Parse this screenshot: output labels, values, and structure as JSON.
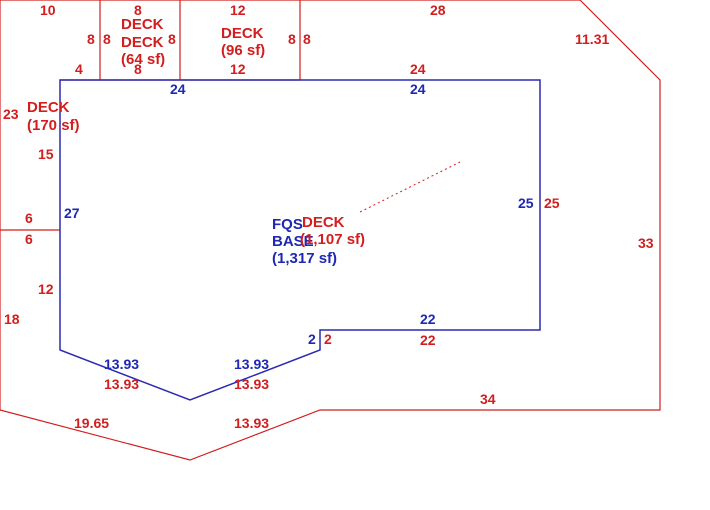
{
  "colors": {
    "deck": "#d21e1e",
    "base": "#1e28b4"
  },
  "areas": {
    "base": {
      "name": "FQS",
      "type": "BASE",
      "area": "(1,317 sf)"
    },
    "deck_main": {
      "name": "DECK",
      "area": "(1,107 sf)"
    },
    "deck_left": {
      "name": "DECK",
      "area": "(170 sf)"
    },
    "deck_64": {
      "name1": "DECK",
      "name2": "DECK",
      "area": "(64 sf)"
    },
    "deck_96": {
      "name": "DECK",
      "area": "(96 sf)"
    }
  },
  "dims_red": {
    "d10": "10",
    "d8_top": "8",
    "d12_top": "12",
    "d28": "28",
    "d8_a": "8",
    "d8_b": "8",
    "d8_c": "8",
    "d8_d": "8",
    "d8_e": "8",
    "d4": "4",
    "d8_mid": "8",
    "d12_mid": "12",
    "d24_top": "24",
    "d11_31": "11.31",
    "d23": "23",
    "d15": "15",
    "d6_a": "6",
    "d6_b": "6",
    "d12_left": "12",
    "d18": "18",
    "d25": "25",
    "d33": "33",
    "d2": "2",
    "d22": "22",
    "d34": "34",
    "d13_93_a": "13.93",
    "d13_93_b": "13.93",
    "d19_65": "19.65",
    "d13_93_c": "13.93"
  },
  "dims_blue": {
    "b24_a": "24",
    "b24_b": "24",
    "b27": "27",
    "b25": "25",
    "b22": "22",
    "b2": "2",
    "b13_93_a": "13.93",
    "b13_93_b": "13.93"
  }
}
